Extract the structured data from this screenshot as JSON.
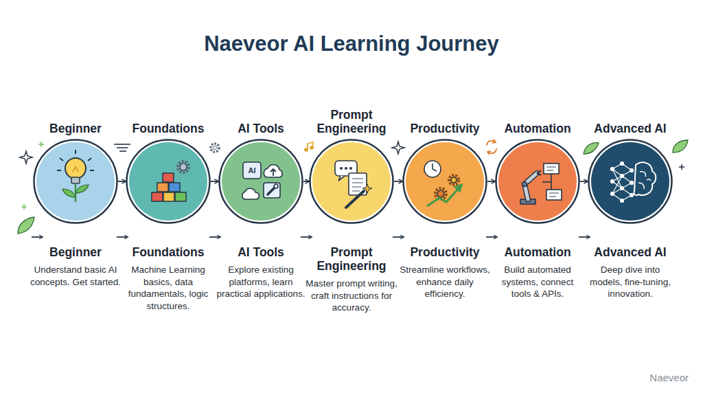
{
  "diagram": {
    "title": "Naeveor AI Learning Journey",
    "nodes": [
      {
        "text": [
          "Beginner",
          "Beginner",
          "Understand basic AI concepts. Get started."
        ]
      },
      {
        "text": [
          "Foundations",
          "Foundations",
          "Machine Learning basics, data fundamentals, logic structures."
        ]
      },
      {
        "text": [
          "AI Tools",
          "AI Tools",
          "Explore existing platforms, learn practical applications."
        ]
      },
      {
        "text": [
          "Prompt Engineering",
          "Prompt Engineering",
          "Master prompt writing, craft instructions for accuracy."
        ]
      },
      {
        "text": [
          "Productivity",
          "Productivity",
          "Streamline workflows, enhance daily efficiency."
        ]
      },
      {
        "text": [
          "Automation",
          "Automation",
          "Build automated systems, connect tools & APIs."
        ]
      },
      {
        "text": [
          "Advanced AI",
          "Advanced AI",
          "Deep dive into models, fine-tuning, innovation."
        ]
      }
    ],
    "edges": [
      {
        "from": 0,
        "to": 1,
        "arrow": "to"
      },
      {
        "from": 1,
        "to": 2,
        "arrow": "to"
      },
      {
        "from": 2,
        "to": 3,
        "arrow": "to"
      },
      {
        "from": 3,
        "to": 4,
        "arrow": "to"
      },
      {
        "from": 4,
        "to": 5,
        "arrow": "to"
      },
      {
        "from": 5,
        "to": 6,
        "arrow": "to"
      }
    ],
    "labels": [
      "AI",
      "Naeveor"
    ]
  }
}
